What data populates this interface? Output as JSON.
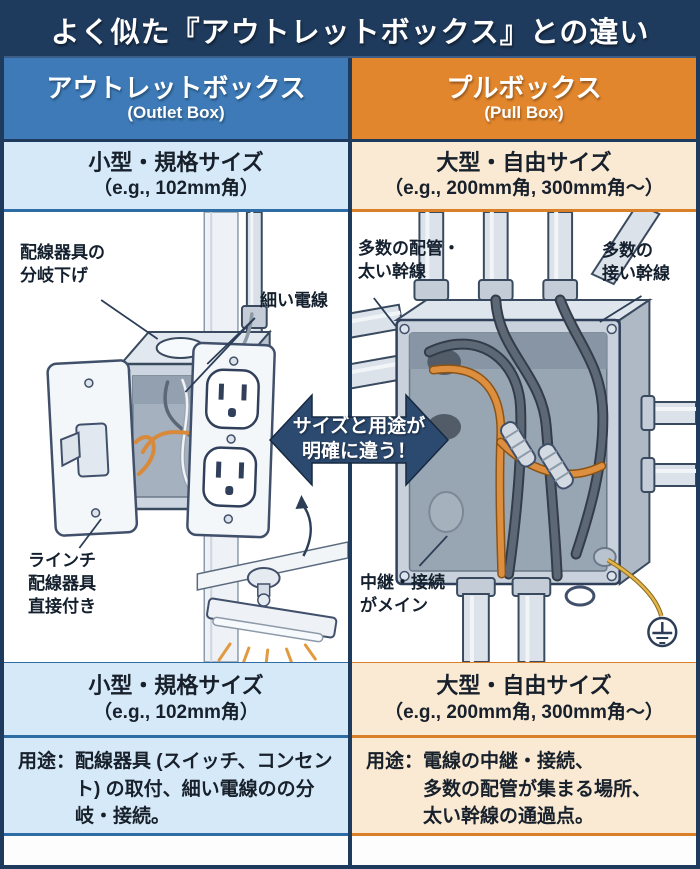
{
  "colors": {
    "navy": "#1e3a5c",
    "blueHeader": "#3d7ab7",
    "blueLight": "#d6e9f8",
    "blueLine": "#2e6da4",
    "orangeHeader": "#e2862d",
    "orangeLight": "#faead3",
    "orangeLine": "#d97f28",
    "arrowNavy": "#2c4a70",
    "ink": "#17202b",
    "wireOrange": "#d8893a",
    "groundYellow": "#e3b54b"
  },
  "title": "よく似た『アウトレットボックス』との違い",
  "left": {
    "header_jp": "アウトレットボックス",
    "header_en": "(Outlet Box)",
    "size_title": "小型・規格サイズ",
    "size_example": "（e.g., 102mm角）",
    "labels": {
      "branch": "配線器具の\n分岐下げ",
      "thin_wire": "細い電線",
      "direct": "ラインチ\n配線器具\n直接付き"
    },
    "summary": {
      "size_title": "小型・規格サイズ",
      "size_example": "（e.g., 102mm角）",
      "usage_label": "用途：",
      "usage_body": "配線器具 (スイッチ、コンセント) の取付、細い電線のの分岐・接続。"
    }
  },
  "right": {
    "header_jp": "プルボックス",
    "header_en": "(Pull Box)",
    "size_title": "大型・自由サイズ",
    "size_example": "（e.g., 200mm角, 300mm角〜）",
    "labels": {
      "many_pipes": "多数の配管・\n太い幹線",
      "many_trunk": "多数の\n接い幹線",
      "relay": "中継・接続\nがメイン"
    },
    "summary": {
      "size_title": "大型・自由サイズ",
      "size_example": "（e.g., 200mm角, 300mm角〜）",
      "usage_label": "用途：",
      "usage_body": "電線の中継・接続、\n多数の配管が集まる場所、\n太い幹線の通過点。"
    }
  },
  "center": {
    "arrow_text": "サイズと用途が\n明確に違う！"
  }
}
